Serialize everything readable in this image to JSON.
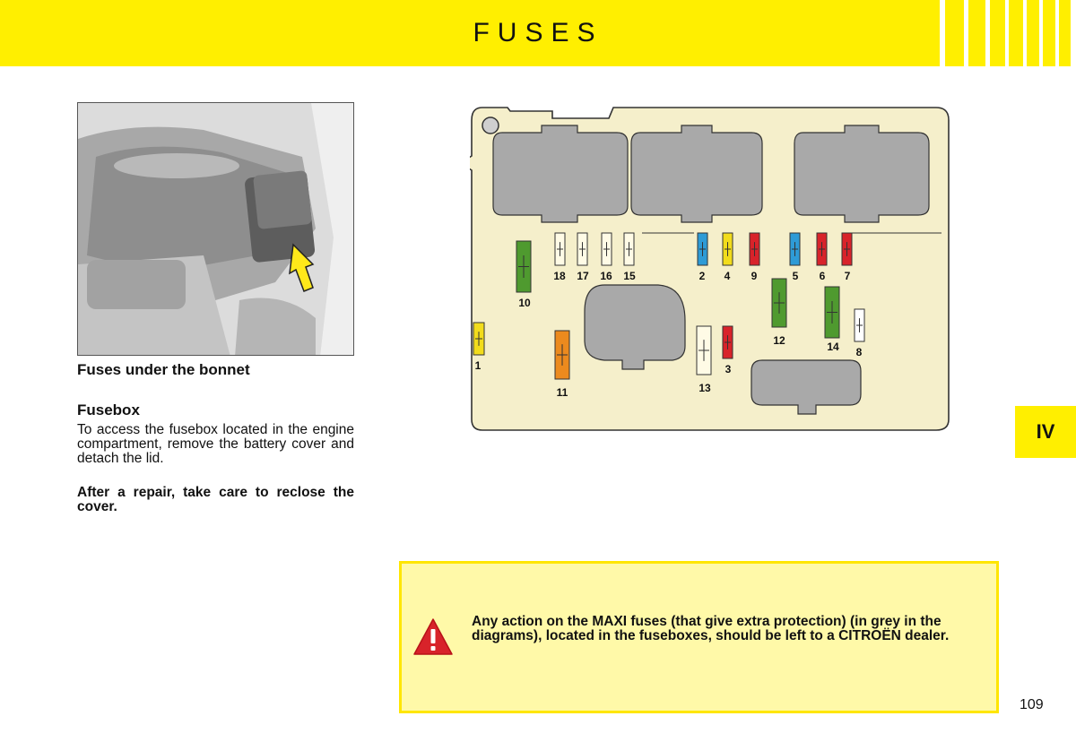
{
  "header": {
    "title": "FUSES"
  },
  "photo": {
    "caption": "Fuses under the bonnet"
  },
  "section": {
    "heading": "Fusebox",
    "body": "To access the fusebox located in the engine compartment, remove the battery cover and detach the lid.",
    "note": "After a repair, take care to reclose the cover."
  },
  "diagram": {
    "fuses": [
      {
        "id": "f1",
        "label": "1",
        "color": "#f2dc1c"
      },
      {
        "id": "f2",
        "label": "2",
        "color": "#2e9bd6"
      },
      {
        "id": "f3",
        "label": "3",
        "color": "#d8232a"
      },
      {
        "id": "f4",
        "label": "4",
        "color": "#f2dc1c"
      },
      {
        "id": "f5",
        "label": "5",
        "color": "#2e9bd6"
      },
      {
        "id": "f6",
        "label": "6",
        "color": "#d8232a"
      },
      {
        "id": "f7",
        "label": "7",
        "color": "#d8232a"
      },
      {
        "id": "f8",
        "label": "8",
        "color": "#ffffff"
      },
      {
        "id": "f9",
        "label": "9",
        "color": "#d8232a"
      },
      {
        "id": "f10",
        "label": "10",
        "color": "#4f9a2f"
      },
      {
        "id": "f11",
        "label": "11",
        "color": "#ec8a1e"
      },
      {
        "id": "f12",
        "label": "12",
        "color": "#4f9a2f"
      },
      {
        "id": "f13",
        "label": "13",
        "color": "#fffbe6"
      },
      {
        "id": "f14",
        "label": "14",
        "color": "#4f9a2f"
      },
      {
        "id": "f15",
        "label": "15",
        "color": "#fffbe6"
      },
      {
        "id": "f16",
        "label": "16",
        "color": "#fffbe6"
      },
      {
        "id": "f17",
        "label": "17",
        "color": "#fffbe6"
      },
      {
        "id": "f18",
        "label": "18",
        "color": "#fffbe6"
      }
    ]
  },
  "chapter_tab": {
    "label": "IV"
  },
  "warning": {
    "icon": "warning-triangle-icon",
    "text": "Any action on the MAXI fuses (that give extra protection) (in grey in the diagrams), located in the fuseboxes, should be left to a CITROËN dealer."
  },
  "page_number": "109",
  "colors": {
    "header_yellow": "#ffef00",
    "fusebox_fill": "#f5efcb",
    "maxi_fuse_grey": "#a9a9a9",
    "warning_bg": "#fff9a8",
    "warning_red": "#d8232a"
  }
}
